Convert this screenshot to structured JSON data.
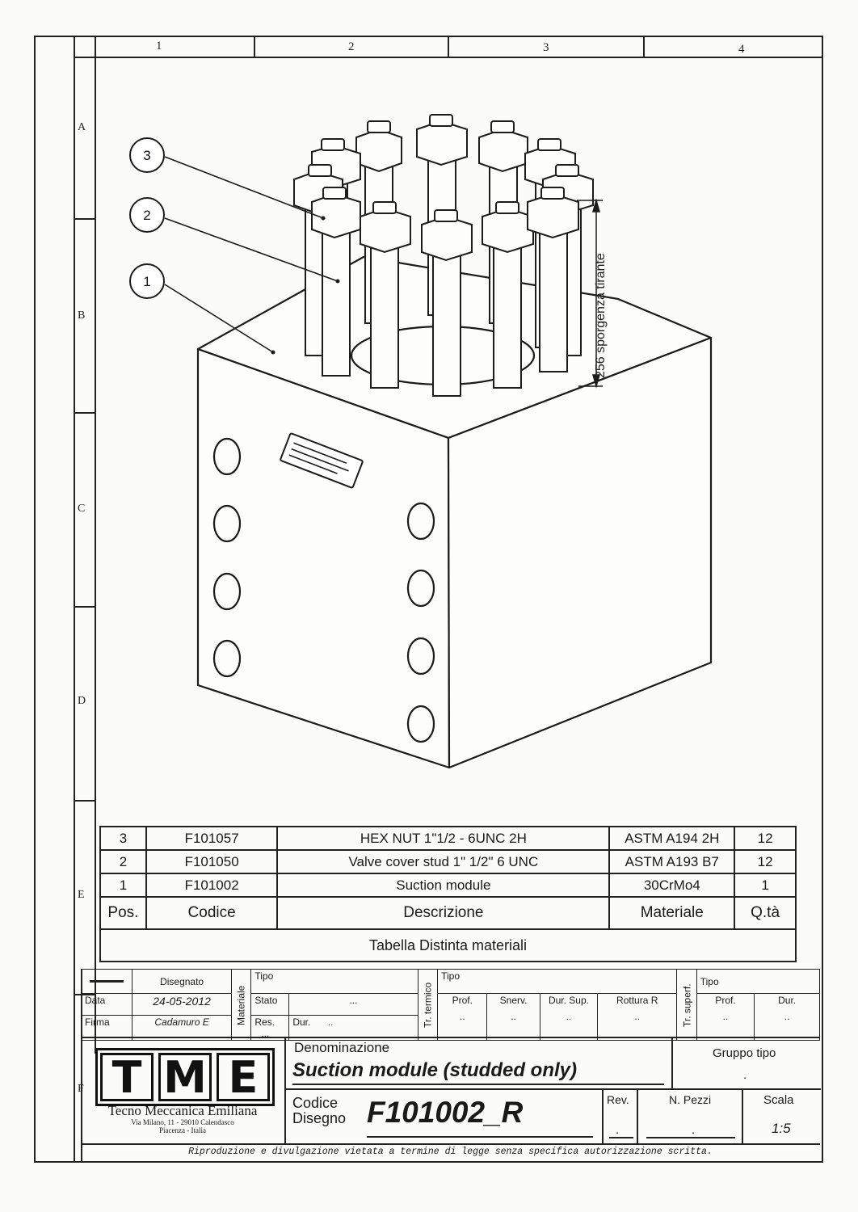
{
  "border": {
    "columns": [
      "1",
      "2",
      "3",
      "4"
    ],
    "rows": [
      "A",
      "B",
      "C",
      "D",
      "E",
      "F"
    ]
  },
  "drawing": {
    "balloons": [
      "3",
      "2",
      "1"
    ],
    "dimension": "256 sporgenza tirante"
  },
  "bom": {
    "rows": [
      {
        "pos": "3",
        "code": "F101057",
        "desc": "HEX NUT 1\"1/2 - 6UNC 2H",
        "material": "ASTM A194 2H",
        "qty": "12"
      },
      {
        "pos": "2",
        "code": "F101050",
        "desc": "Valve cover stud 1\" 1/2\" 6 UNC",
        "material": "ASTM A193 B7",
        "qty": "12"
      },
      {
        "pos": "1",
        "code": "F101002",
        "desc": "Suction module",
        "material": "30CrMo4",
        "qty": "1"
      }
    ],
    "headers": {
      "pos": "Pos.",
      "code": "Codice",
      "desc": "Descrizione",
      "material": "Materiale",
      "qty": "Q.tà"
    },
    "caption": "Tabella Distinta materiali"
  },
  "title_block": {
    "drawn_label": "Disegnato",
    "date_label": "Data",
    "date_value": "24-05-2012",
    "sign_label": "Firma",
    "sign_value": "Cadamuro E",
    "materiale_label": "Materiale",
    "tipo_label": "Tipo",
    "stato_label": "Stato",
    "stato_value": "...",
    "res_label": "Res.",
    "res_value": "...",
    "dur_label": "Dur.",
    "dur_value": "..",
    "tr_termico_label": "Tr. termico",
    "tt_tipo_label": "Tipo",
    "tt_cols": [
      "Prof.",
      "Snerv.",
      "Dur. Sup.",
      "Rottura R"
    ],
    "tt_values": [
      "..",
      "..",
      "..",
      ".."
    ],
    "tr_superf_label": "Tr. superf.",
    "ts_tipo_label": "Tipo",
    "ts_cols": [
      "Prof.",
      "Dur."
    ],
    "ts_values": [
      "..",
      ".."
    ],
    "logo_letters": [
      "T",
      "M",
      "E"
    ],
    "company_name": "Tecno Meccanica Emiliana",
    "company_address": "Via Milano, 11 - 29010 Calendasco",
    "company_city": "Piacenza - Italia",
    "denominazione_label": "Denominazione",
    "denominazione_value": "Suction module (studded only)",
    "gruppo_tipo_label": "Gruppo tipo",
    "gruppo_tipo_value": ".",
    "codice_label_1": "Codice",
    "codice_label_2": "Disegno",
    "codice_value": "F101002_R",
    "rev_label": "Rev.",
    "rev_value": ".",
    "pezzi_label": "N. Pezzi",
    "pezzi_value": ".",
    "scala_label": "Scala",
    "scala_value": "1:5",
    "notice": "Riproduzione e divulgazione vietata a termine di legge senza specifica autorizzazione scritta."
  }
}
